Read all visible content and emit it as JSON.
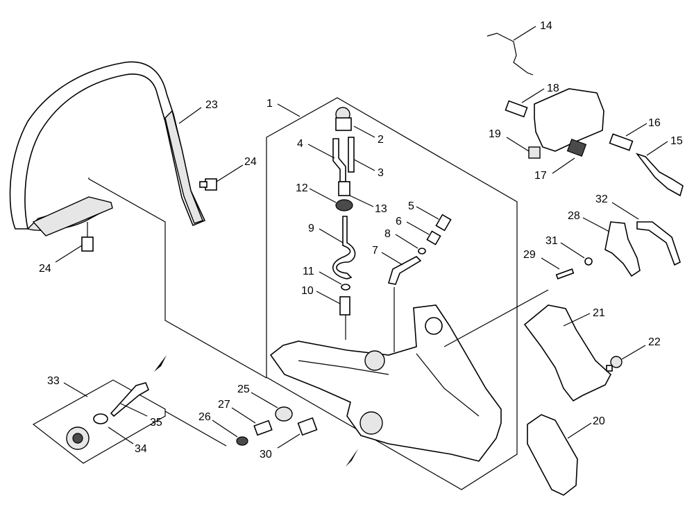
{
  "diagram": {
    "type": "exploded-parts-view",
    "callouts": [
      "1",
      "2",
      "3",
      "4",
      "5",
      "6",
      "7",
      "8",
      "9",
      "10",
      "11",
      "12",
      "13",
      "14",
      "15",
      "16",
      "17",
      "18",
      "19",
      "20",
      "21",
      "22",
      "23",
      "24",
      "24",
      "25",
      "26",
      "27",
      "28",
      "29",
      "30",
      "31",
      "32",
      "33",
      "34",
      "35"
    ]
  }
}
